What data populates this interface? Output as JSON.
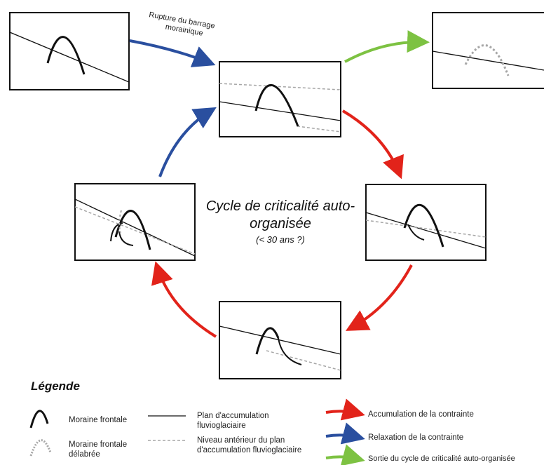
{
  "title": "Cycle de criticalité auto-organisée",
  "subtitle": "(< 30 ans ?)",
  "labels": {
    "rupture": "Rupture du barrage morainique"
  },
  "legend": {
    "title": "Légende",
    "moraine_frontale": "Moraine frontale",
    "moraine_delabree": "Moraine frontale délabrée",
    "plan": "Plan d'accumulation fluvioglaciaire",
    "niveau": "Niveau antérieur du plan d'accumulation fluvioglaciaire",
    "accumulation": "Accumulation de la contrainte",
    "relaxation": "Relaxation de la contrainte",
    "sortie": "Sortie du cycle de criticalité auto-organisée"
  },
  "colors": {
    "accumulation": "#e2231a",
    "relaxation": "#2a4f9f",
    "sortie": "#7dc242",
    "dashed": "#a6a6a6"
  }
}
